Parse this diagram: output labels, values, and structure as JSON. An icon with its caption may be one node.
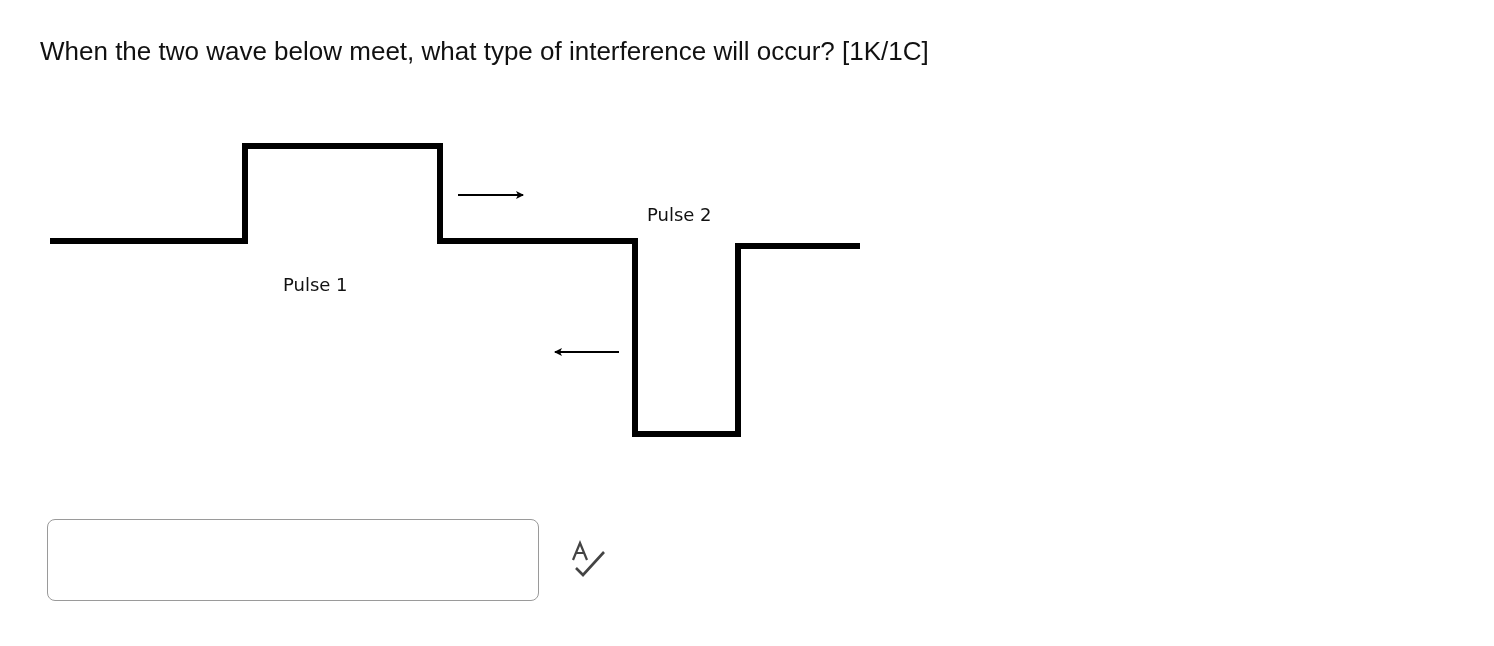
{
  "diagram": {
    "title": "When the two wave below meet, what type of interference will occur? [1K/1C]",
    "labels": [
      "Pulse 1",
      "Pulse 2"
    ]
  }
}
